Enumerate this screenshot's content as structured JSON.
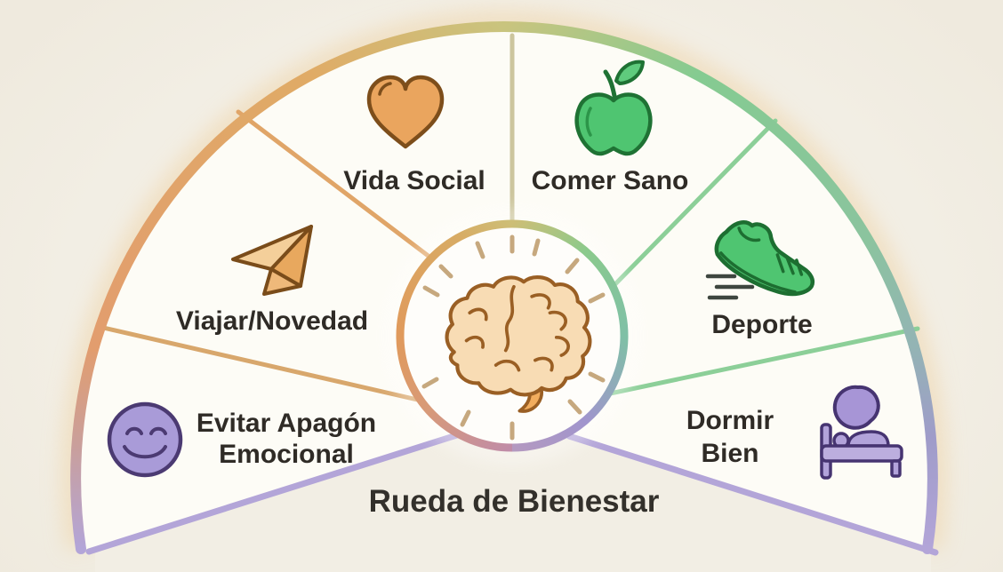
{
  "title": "Rueda de Bienestar",
  "center": {
    "icon": "brain-icon"
  },
  "segments": [
    {
      "id": "vida-social",
      "label": "Vida Social",
      "icon": "heart-icon",
      "accent": "#e8a45f"
    },
    {
      "id": "comer-sano",
      "label": "Comer Sano",
      "icon": "apple-icon",
      "accent": "#4fc571"
    },
    {
      "id": "viajar-novedad",
      "label": "Viajar/Novedad",
      "icon": "paper-plane-icon",
      "accent": "#eeb06a"
    },
    {
      "id": "deporte",
      "label": "Deporte",
      "icon": "running-shoe-icon",
      "accent": "#4fc571"
    },
    {
      "id": "evitar-apagon-emocional",
      "label": "Evitar Apagón Emocional",
      "line1": "Evitar Apagón",
      "line2": "Emocional",
      "icon": "smiley-face-icon",
      "accent": "#a99bd8"
    },
    {
      "id": "dormir-bien",
      "label": "Dormir Bien",
      "line1": "Dormir",
      "line2": "Bien",
      "icon": "moon-bed-icon",
      "accent": "#a795d6"
    }
  ],
  "palette": {
    "background": "#f2eee4",
    "segment_fill": "#fdfcf6",
    "rim_orange": "#e59e6a",
    "rim_green": "#85cb91",
    "rim_purple": "#b3a5d8",
    "rim_olive": "#c9c47e",
    "divider_purple": "#b3a5d8",
    "text": "#2f2b26",
    "brain_fill": "#f8dcb4",
    "brain_stroke": "#9a5f24"
  }
}
